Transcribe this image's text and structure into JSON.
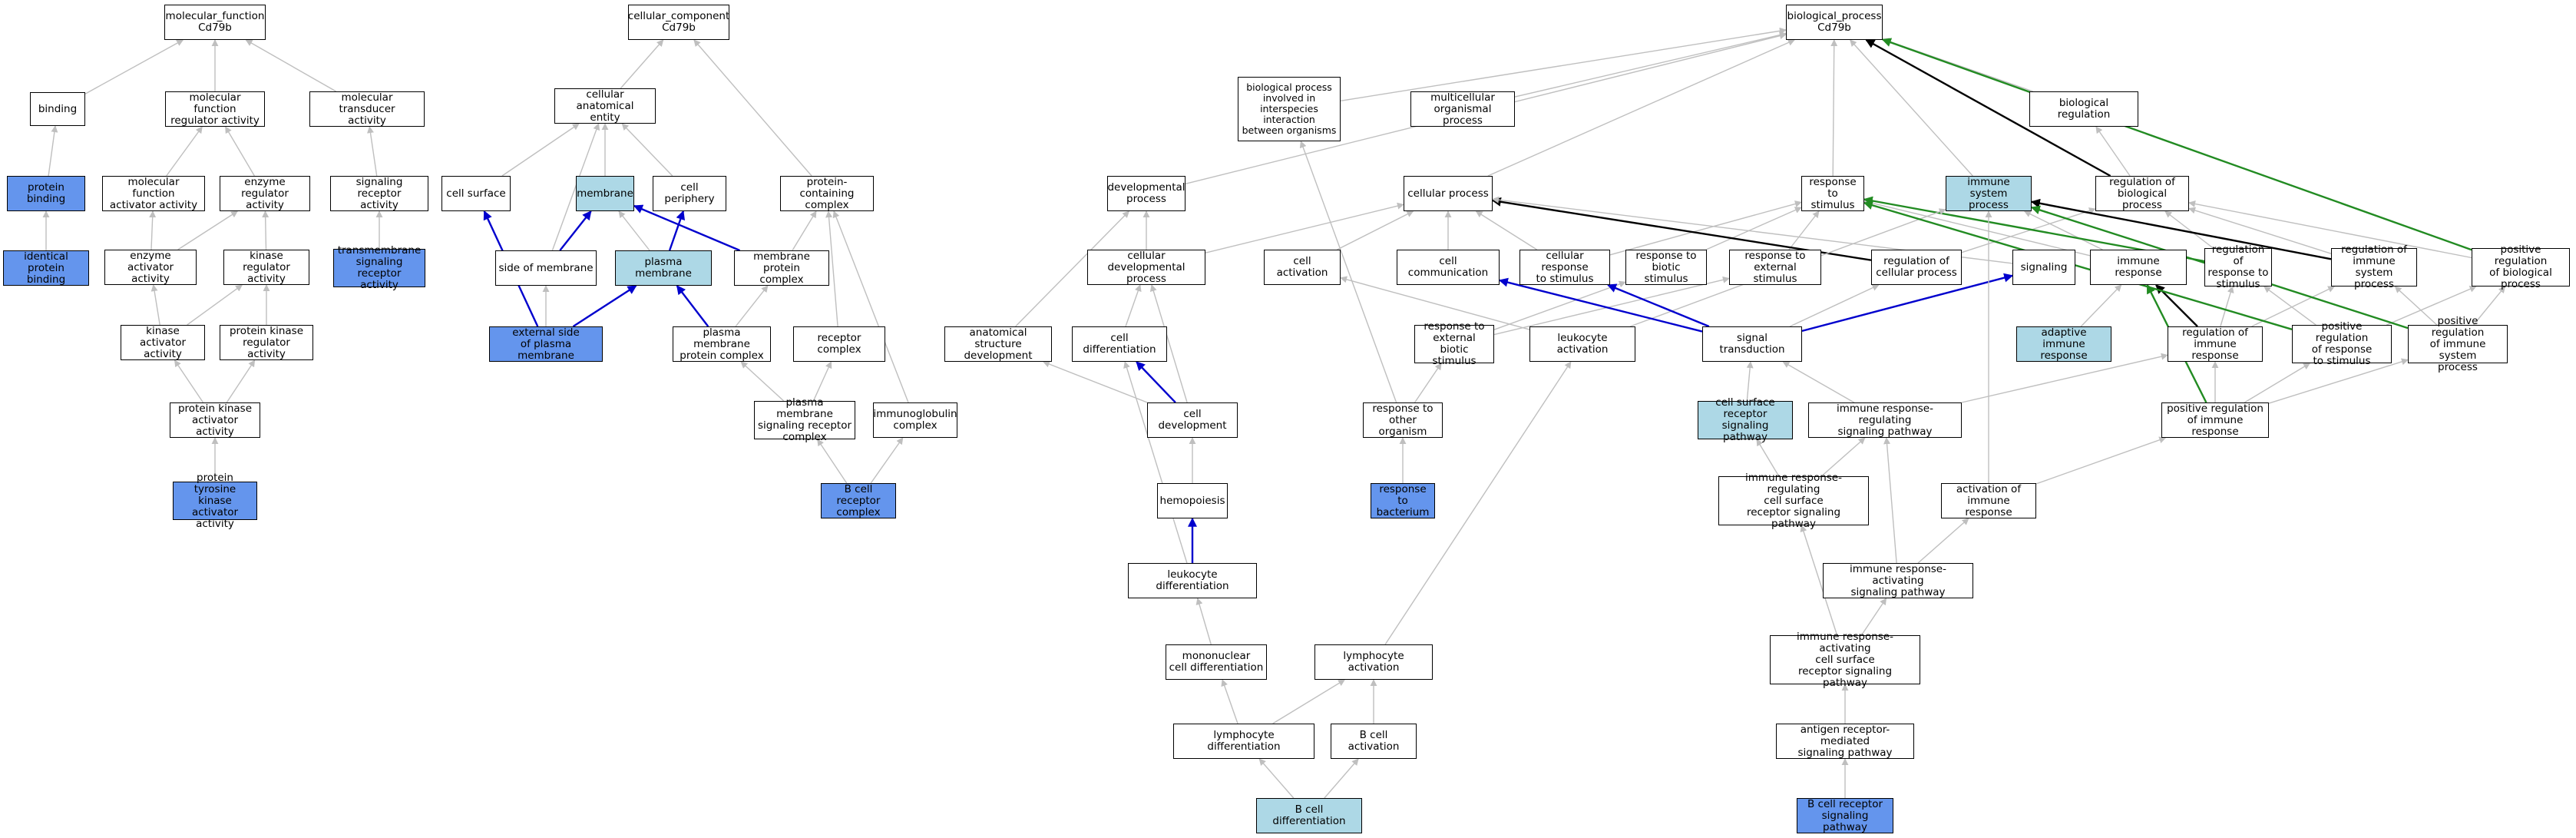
{
  "colors": {
    "plain": "#ffffff",
    "light": "#add8e6",
    "strong": "#6495ed",
    "edge_gray": "#bfbfbf",
    "edge_black": "#000000",
    "edge_blue": "#0000cd",
    "edge_green": "#228b22"
  },
  "nodes": {
    "mf": {
      "label": "molecular_function\nCd79b",
      "fill": "plain"
    },
    "binding": {
      "label": "binding",
      "fill": "plain"
    },
    "mfreg": {
      "label": "molecular function\nregulator activity",
      "fill": "plain"
    },
    "moltrans": {
      "label": "molecular transducer\nactivity",
      "fill": "plain"
    },
    "protbind": {
      "label": "protein binding",
      "fill": "strong"
    },
    "mfact": {
      "label": "molecular function\nactivator activity",
      "fill": "plain"
    },
    "enzreg": {
      "label": "enzyme regulator\nactivity",
      "fill": "plain"
    },
    "sigrec": {
      "label": "signaling receptor\nactivity",
      "fill": "plain"
    },
    "identprot": {
      "label": "identical protein\nbinding",
      "fill": "strong"
    },
    "enzact": {
      "label": "enzyme activator\nactivity",
      "fill": "plain"
    },
    "kinreg": {
      "label": "kinase regulator\nactivity",
      "fill": "plain"
    },
    "tmsig": {
      "label": "transmembrane\nsignaling receptor\nactivity",
      "fill": "strong"
    },
    "kinact": {
      "label": "kinase activator\nactivity",
      "fill": "plain"
    },
    "pkreg": {
      "label": "protein kinase\nregulator activity",
      "fill": "plain"
    },
    "pkact": {
      "label": "protein kinase\nactivator activity",
      "fill": "plain"
    },
    "ptk": {
      "label": "protein tyrosine\nkinase activator\nactivity",
      "fill": "strong"
    },
    "cc": {
      "label": "cellular_component\nCd79b",
      "fill": "plain"
    },
    "cae": {
      "label": "cellular anatomical\nentity",
      "fill": "plain"
    },
    "cellsurf": {
      "label": "cell surface",
      "fill": "plain"
    },
    "membrane": {
      "label": "membrane",
      "fill": "light"
    },
    "cellper": {
      "label": "cell periphery",
      "fill": "plain"
    },
    "protcont": {
      "label": "protein-containing\ncomplex",
      "fill": "plain"
    },
    "sidemem": {
      "label": "side of membrane",
      "fill": "plain"
    },
    "plasmamem": {
      "label": "plasma membrane",
      "fill": "light"
    },
    "memprotcx": {
      "label": "membrane protein\ncomplex",
      "fill": "plain"
    },
    "extside": {
      "label": "external side\nof plasma membrane",
      "fill": "strong"
    },
    "pmprotcx": {
      "label": "plasma membrane\nprotein complex",
      "fill": "plain"
    },
    "reccx": {
      "label": "receptor complex",
      "fill": "plain"
    },
    "pmsigcx": {
      "label": "plasma membrane\nsignaling receptor\ncomplex",
      "fill": "plain"
    },
    "igcx": {
      "label": "immunoglobulin\ncomplex",
      "fill": "plain"
    },
    "bcrcx": {
      "label": "B cell receptor\ncomplex",
      "fill": "strong"
    },
    "bp": {
      "label": "biological_process\nCd79b",
      "fill": "plain"
    },
    "bpinter": {
      "label": "biological process\ninvolved in\ninterspecies\ninteraction\nbetween organisms",
      "fill": "plain"
    },
    "multicell": {
      "label": "multicellular\norganismal process",
      "fill": "plain"
    },
    "bioreg": {
      "label": "biological regulation",
      "fill": "plain"
    },
    "devproc": {
      "label": "developmental\nprocess",
      "fill": "plain"
    },
    "cellproc": {
      "label": "cellular process",
      "fill": "plain"
    },
    "respstim": {
      "label": "response to\nstimulus",
      "fill": "plain"
    },
    "imsys": {
      "label": "immune system\nprocess",
      "fill": "light"
    },
    "regbp": {
      "label": "regulation of\nbiological process",
      "fill": "plain"
    },
    "celldev": {
      "label": "cellular developmental\nprocess",
      "fill": "plain"
    },
    "cellact": {
      "label": "cell activation",
      "fill": "plain"
    },
    "cellcomm": {
      "label": "cell communication",
      "fill": "plain"
    },
    "cellresp": {
      "label": "cellular response\nto stimulus",
      "fill": "plain"
    },
    "respbio": {
      "label": "response to\nbiotic stimulus",
      "fill": "plain"
    },
    "respext": {
      "label": "response to\nexternal stimulus",
      "fill": "plain"
    },
    "regcell": {
      "label": "regulation of\ncellular process",
      "fill": "plain"
    },
    "signaling": {
      "label": "signaling",
      "fill": "plain"
    },
    "immresp": {
      "label": "immune response",
      "fill": "plain"
    },
    "regresp": {
      "label": "regulation of\nresponse to\nstimulus",
      "fill": "plain"
    },
    "regimsys": {
      "label": "regulation of\nimmune system\nprocess",
      "fill": "plain"
    },
    "posregbp": {
      "label": "positive regulation\nof biological\nprocess",
      "fill": "plain"
    },
    "anatdev": {
      "label": "anatomical structure\ndevelopment",
      "fill": "plain"
    },
    "celldiff": {
      "label": "cell differentiation",
      "fill": "plain"
    },
    "respextbio": {
      "label": "response to\nexternal biotic\nstimulus",
      "fill": "plain"
    },
    "leukact": {
      "label": "leukocyte activation",
      "fill": "plain"
    },
    "sigtrans": {
      "label": "signal transduction",
      "fill": "plain"
    },
    "adaptive": {
      "label": "adaptive immune\nresponse",
      "fill": "light"
    },
    "regimmresp": {
      "label": "regulation of\nimmune response",
      "fill": "plain"
    },
    "posregresp": {
      "label": "positive regulation\nof response\nto stimulus",
      "fill": "plain"
    },
    "posregimsys": {
      "label": "positive regulation\nof immune system\nprocess",
      "fill": "plain"
    },
    "cellsurfsig": {
      "label": "cell surface\nreceptor signaling\npathway",
      "fill": "light"
    },
    "imrsp_reg_sig": {
      "label": "immune response-regulating\nsignaling pathway",
      "fill": "plain"
    },
    "posregimmresp": {
      "label": "positive regulation\nof immune response",
      "fill": "plain"
    },
    "celldevel": {
      "label": "cell development",
      "fill": "plain"
    },
    "resporg": {
      "label": "response to\nother organism",
      "fill": "plain"
    },
    "imrsp_reg_cs": {
      "label": "immune response-regulating\ncell surface\nreceptor signaling\npathway",
      "fill": "plain"
    },
    "actimm": {
      "label": "activation of\nimmune response",
      "fill": "plain"
    },
    "hemopoiesis": {
      "label": "hemopoiesis",
      "fill": "plain"
    },
    "respbact": {
      "label": "response to\nbacterium",
      "fill": "strong"
    },
    "imrsp_act_sig": {
      "label": "immune response-activating\nsignaling pathway",
      "fill": "plain"
    },
    "leukdiff": {
      "label": "leukocyte differentiation",
      "fill": "plain"
    },
    "imrsp_act_cs": {
      "label": "immune response-activating\ncell surface\nreceptor signaling\npathway",
      "fill": "plain"
    },
    "mononuc": {
      "label": "mononuclear\ncell differentiation",
      "fill": "plain"
    },
    "lymphact": {
      "label": "lymphocyte activation",
      "fill": "plain"
    },
    "lymphdiff": {
      "label": "lymphocyte differentiation",
      "fill": "plain"
    },
    "bcellact": {
      "label": "B cell activation",
      "fill": "plain"
    },
    "antigen": {
      "label": "antigen receptor-mediated\nsignaling pathway",
      "fill": "plain"
    },
    "bcelldiff": {
      "label": "B cell differentiation",
      "fill": "light"
    },
    "bcrsig": {
      "label": "B cell receptor\nsignaling pathway",
      "fill": "strong"
    }
  },
  "edges": [
    {
      "from": "binding",
      "to": "mf",
      "kind": "gray"
    },
    {
      "from": "mfreg",
      "to": "mf",
      "kind": "gray"
    },
    {
      "from": "moltrans",
      "to": "mf",
      "kind": "gray"
    },
    {
      "from": "protbind",
      "to": "binding",
      "kind": "gray"
    },
    {
      "from": "identprot",
      "to": "protbind",
      "kind": "gray"
    },
    {
      "from": "mfact",
      "to": "mfreg",
      "kind": "gray"
    },
    {
      "from": "enzreg",
      "to": "mfreg",
      "kind": "gray"
    },
    {
      "from": "sigrec",
      "to": "moltrans",
      "kind": "gray"
    },
    {
      "from": "tmsig",
      "to": "sigrec",
      "kind": "gray"
    },
    {
      "from": "enzact",
      "to": "mfact",
      "kind": "gray"
    },
    {
      "from": "enzact",
      "to": "enzreg",
      "kind": "gray"
    },
    {
      "from": "kinreg",
      "to": "enzreg",
      "kind": "gray"
    },
    {
      "from": "kinact",
      "to": "enzact",
      "kind": "gray"
    },
    {
      "from": "kinact",
      "to": "kinreg",
      "kind": "gray"
    },
    {
      "from": "pkreg",
      "to": "kinreg",
      "kind": "gray"
    },
    {
      "from": "pkact",
      "to": "kinact",
      "kind": "gray"
    },
    {
      "from": "pkact",
      "to": "pkreg",
      "kind": "gray"
    },
    {
      "from": "ptk",
      "to": "pkact",
      "kind": "gray"
    },
    {
      "from": "cae",
      "to": "cc",
      "kind": "gray"
    },
    {
      "from": "protcont",
      "to": "cc",
      "kind": "gray"
    },
    {
      "from": "cellsurf",
      "to": "cae",
      "kind": "gray"
    },
    {
      "from": "membrane",
      "to": "cae",
      "kind": "gray"
    },
    {
      "from": "cellper",
      "to": "cae",
      "kind": "gray"
    },
    {
      "from": "sidemem",
      "to": "cae",
      "kind": "gray"
    },
    {
      "from": "sidemem",
      "to": "membrane",
      "kind": "blue"
    },
    {
      "from": "plasmamem",
      "to": "membrane",
      "kind": "gray"
    },
    {
      "from": "plasmamem",
      "to": "cellper",
      "kind": "blue"
    },
    {
      "from": "memprotcx",
      "to": "membrane",
      "kind": "blue"
    },
    {
      "from": "memprotcx",
      "to": "protcont",
      "kind": "gray"
    },
    {
      "from": "extside",
      "to": "cellsurf",
      "kind": "blue"
    },
    {
      "from": "extside",
      "to": "sidemem",
      "kind": "gray"
    },
    {
      "from": "extside",
      "to": "plasmamem",
      "kind": "blue"
    },
    {
      "from": "pmprotcx",
      "to": "plasmamem",
      "kind": "blue"
    },
    {
      "from": "pmprotcx",
      "to": "memprotcx",
      "kind": "gray"
    },
    {
      "from": "reccx",
      "to": "protcont",
      "kind": "gray"
    },
    {
      "from": "pmsigcx",
      "to": "pmprotcx",
      "kind": "gray"
    },
    {
      "from": "pmsigcx",
      "to": "reccx",
      "kind": "gray"
    },
    {
      "from": "igcx",
      "to": "protcont",
      "kind": "gray"
    },
    {
      "from": "bcrcx",
      "to": "pmsigcx",
      "kind": "gray"
    },
    {
      "from": "bcrcx",
      "to": "igcx",
      "kind": "gray"
    },
    {
      "from": "bpinter",
      "to": "bp",
      "kind": "gray"
    },
    {
      "from": "multicell",
      "to": "bp",
      "kind": "gray"
    },
    {
      "from": "bioreg",
      "to": "bp",
      "kind": "gray"
    },
    {
      "from": "devproc",
      "to": "bp",
      "kind": "gray"
    },
    {
      "from": "cellproc",
      "to": "bp",
      "kind": "gray"
    },
    {
      "from": "respstim",
      "to": "bp",
      "kind": "gray"
    },
    {
      "from": "imsys",
      "to": "bp",
      "kind": "gray"
    },
    {
      "from": "regbp",
      "to": "bp",
      "kind": "black"
    },
    {
      "from": "regbp",
      "to": "bioreg",
      "kind": "gray"
    },
    {
      "from": "posregbp",
      "to": "bp",
      "kind": "green"
    },
    {
      "from": "posregbp",
      "to": "regbp",
      "kind": "gray"
    },
    {
      "from": "celldev",
      "to": "devproc",
      "kind": "gray"
    },
    {
      "from": "celldev",
      "to": "cellproc",
      "kind": "gray"
    },
    {
      "from": "anatdev",
      "to": "devproc",
      "kind": "gray"
    },
    {
      "from": "cellact",
      "to": "cellproc",
      "kind": "gray"
    },
    {
      "from": "cellcomm",
      "to": "cellproc",
      "kind": "gray"
    },
    {
      "from": "cellresp",
      "to": "cellproc",
      "kind": "gray"
    },
    {
      "from": "cellresp",
      "to": "respstim",
      "kind": "gray"
    },
    {
      "from": "respbio",
      "to": "respstim",
      "kind": "gray"
    },
    {
      "from": "respext",
      "to": "respstim",
      "kind": "gray"
    },
    {
      "from": "regcell",
      "to": "cellproc",
      "kind": "black"
    },
    {
      "from": "regcell",
      "to": "regbp",
      "kind": "gray"
    },
    {
      "from": "signaling",
      "to": "cellproc",
      "kind": "gray"
    },
    {
      "from": "immresp",
      "to": "respstim",
      "kind": "gray"
    },
    {
      "from": "immresp",
      "to": "imsys",
      "kind": "gray"
    },
    {
      "from": "regresp",
      "to": "respstim",
      "kind": "green"
    },
    {
      "from": "regresp",
      "to": "regbp",
      "kind": "gray"
    },
    {
      "from": "regimsys",
      "to": "imsys",
      "kind": "black"
    },
    {
      "from": "regimsys",
      "to": "regbp",
      "kind": "gray"
    },
    {
      "from": "celldiff",
      "to": "celldev",
      "kind": "gray"
    },
    {
      "from": "celldevel",
      "to": "celldev",
      "kind": "gray"
    },
    {
      "from": "celldevel",
      "to": "anatdev",
      "kind": "gray"
    },
    {
      "from": "celldevel",
      "to": "celldiff",
      "kind": "blue"
    },
    {
      "from": "respextbio",
      "to": "respbio",
      "kind": "gray"
    },
    {
      "from": "respextbio",
      "to": "respext",
      "kind": "gray"
    },
    {
      "from": "leukact",
      "to": "cellact",
      "kind": "gray"
    },
    {
      "from": "leukact",
      "to": "imsys",
      "kind": "gray"
    },
    {
      "from": "sigtrans",
      "to": "cellcomm",
      "kind": "blue"
    },
    {
      "from": "sigtrans",
      "to": "cellresp",
      "kind": "blue"
    },
    {
      "from": "sigtrans",
      "to": "signaling",
      "kind": "blue"
    },
    {
      "from": "sigtrans",
      "to": "regcell",
      "kind": "gray"
    },
    {
      "from": "adaptive",
      "to": "immresp",
      "kind": "gray"
    },
    {
      "from": "regimmresp",
      "to": "immresp",
      "kind": "black"
    },
    {
      "from": "regimmresp",
      "to": "regresp",
      "kind": "gray"
    },
    {
      "from": "regimmresp",
      "to": "regimsys",
      "kind": "gray"
    },
    {
      "from": "posregresp",
      "to": "regresp",
      "kind": "gray"
    },
    {
      "from": "posregresp",
      "to": "posregbp",
      "kind": "gray"
    },
    {
      "from": "posregresp",
      "to": "respstim",
      "kind": "green"
    },
    {
      "from": "posregimsys",
      "to": "regimsys",
      "kind": "gray"
    },
    {
      "from": "posregimsys",
      "to": "posregbp",
      "kind": "gray"
    },
    {
      "from": "posregimsys",
      "to": "imsys",
      "kind": "green"
    },
    {
      "from": "cellsurfsig",
      "to": "sigtrans",
      "kind": "gray"
    },
    {
      "from": "imrsp_reg_sig",
      "to": "sigtrans",
      "kind": "gray"
    },
    {
      "from": "imrsp_reg_sig",
      "to": "regimmresp",
      "kind": "gray"
    },
    {
      "from": "posregimmresp",
      "to": "regimmresp",
      "kind": "gray"
    },
    {
      "from": "posregimmresp",
      "to": "posregresp",
      "kind": "gray"
    },
    {
      "from": "posregimmresp",
      "to": "posregimsys",
      "kind": "gray"
    },
    {
      "from": "posregimmresp",
      "to": "immresp",
      "kind": "green"
    },
    {
      "from": "resporg",
      "to": "respextbio",
      "kind": "gray"
    },
    {
      "from": "resporg",
      "to": "bpinter",
      "kind": "gray"
    },
    {
      "from": "respbact",
      "to": "resporg",
      "kind": "gray"
    },
    {
      "from": "imrsp_reg_cs",
      "to": "cellsurfsig",
      "kind": "gray"
    },
    {
      "from": "imrsp_reg_cs",
      "to": "imrsp_reg_sig",
      "kind": "gray"
    },
    {
      "from": "actimm",
      "to": "posregimmresp",
      "kind": "gray"
    },
    {
      "from": "actimm",
      "to": "imsys",
      "kind": "gray"
    },
    {
      "from": "hemopoiesis",
      "to": "celldevel",
      "kind": "gray"
    },
    {
      "from": "leukdiff",
      "to": "hemopoiesis",
      "kind": "blue"
    },
    {
      "from": "leukdiff",
      "to": "celldiff",
      "kind": "gray"
    },
    {
      "from": "imrsp_act_sig",
      "to": "imrsp_reg_sig",
      "kind": "gray"
    },
    {
      "from": "imrsp_act_sig",
      "to": "actimm",
      "kind": "gray"
    },
    {
      "from": "imrsp_act_cs",
      "to": "imrsp_reg_cs",
      "kind": "gray"
    },
    {
      "from": "imrsp_act_cs",
      "to": "imrsp_act_sig",
      "kind": "gray"
    },
    {
      "from": "mononuc",
      "to": "leukdiff",
      "kind": "gray"
    },
    {
      "from": "lymphact",
      "to": "leukact",
      "kind": "gray"
    },
    {
      "from": "lymphdiff",
      "to": "mononuc",
      "kind": "gray"
    },
    {
      "from": "lymphdiff",
      "to": "lymphact",
      "kind": "gray"
    },
    {
      "from": "bcellact",
      "to": "lymphact",
      "kind": "gray"
    },
    {
      "from": "antigen",
      "to": "imrsp_act_cs",
      "kind": "gray"
    },
    {
      "from": "bcelldiff",
      "to": "lymphdiff",
      "kind": "gray"
    },
    {
      "from": "bcelldiff",
      "to": "bcellact",
      "kind": "gray"
    },
    {
      "from": "bcrsig",
      "to": "antigen",
      "kind": "gray"
    }
  ]
}
